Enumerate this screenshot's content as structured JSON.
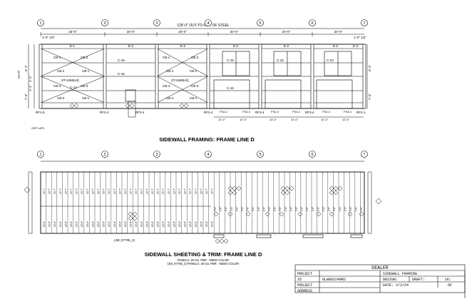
{
  "framing": {
    "title": "SIDEWALL FRAMING: FRAME LINE D",
    "overall_dim": "125'-0\" OUT-TO-OUT OF STEEL",
    "bay_dims": [
      "25'-0\"",
      "20'-0\"",
      "20'-0\"",
      "20'-0\"",
      "20'-0\"",
      "20'-0\""
    ],
    "end_offsets": [
      "1'-0\" 1/2\"",
      "1'-0\" 1/2\""
    ],
    "height_labels": [
      "24'-0\"",
      "7'-4\"",
      "6'-1\"",
      "7'-4\"",
      "6'-1\""
    ],
    "left_dims": [
      "1'-1\"",
      "1'-1\""
    ],
    "brace_labels": [
      "CB-4",
      "CB-3",
      "CB-2",
      "CB-1",
      "CB-4",
      "CB-3",
      "CB-2",
      "CB-1",
      "CB-4",
      "CB-3",
      "CB-2",
      "CB-1",
      "CB-4",
      "CB-3",
      "CB-2",
      "CB-1"
    ],
    "girt_labels": [
      "E-1",
      "E-2",
      "E-2",
      "E-2",
      "E-2",
      "E-2",
      "E-3",
      "C-13",
      "C-15",
      "C-15",
      "C-15",
      "C-15",
      "C-15",
      "C-23"
    ],
    "strut_labels": [
      "ST-3458(x3)",
      "ST-3458(x3)"
    ],
    "column_labels": [
      "RF1-5",
      "RF2-4",
      "RF2-4",
      "RF2-4",
      "RF3-4",
      "RF3-4",
      "RF4-1"
    ],
    "door_frame_labels": [
      "FS4-4",
      "FS4-4",
      "FS4-4",
      "FS4-4",
      "FS4-4",
      "FS4-4"
    ],
    "opening_dims": [
      "12'-0\"",
      "12'-0\"",
      "12'-0\"",
      "12'-0\"",
      "12'-0\"",
      "12'-0\""
    ],
    "girt_laps_note": "GIRT LAPS"
  },
  "sheeting": {
    "title": "SIDEWALL SHEETING & TRIM: FRAME LINE D",
    "note1": "PANELS: 26 Ga. PBR - NEED COLOR",
    "note2": "(JM_97705_2) PANELS: 26 Ga. PBR - NEED COLOR",
    "callout": "(JM_97705_2)",
    "upper_panel_length": "13'-7\"",
    "lower_panel_length": "10'-6\"",
    "opening_panel_length": "2'-6\""
  },
  "gridlines": [
    "1",
    "2",
    "3",
    "4",
    "5",
    "6",
    "7"
  ],
  "title_block": {
    "dealer": "DEALER",
    "rows": [
      {
        "label": "PROJECT",
        "value": ""
      },
      {
        "label": "ID",
        "value": "OLW002249R2"
      },
      {
        "label": "PROJECT",
        "value": ""
      },
      {
        "label": "ADDRESS",
        "value": ""
      }
    ],
    "sheet_title": "SIDEWALL FRAMING",
    "design_label": "DESIGN:",
    "draft_label": "DRAFT:",
    "ck_label": "CK:",
    "date_label": "DATE: 2/3/24",
    "of_label": "OF"
  },
  "colors": {
    "ink": "#000000",
    "paper": "#ffffff"
  }
}
